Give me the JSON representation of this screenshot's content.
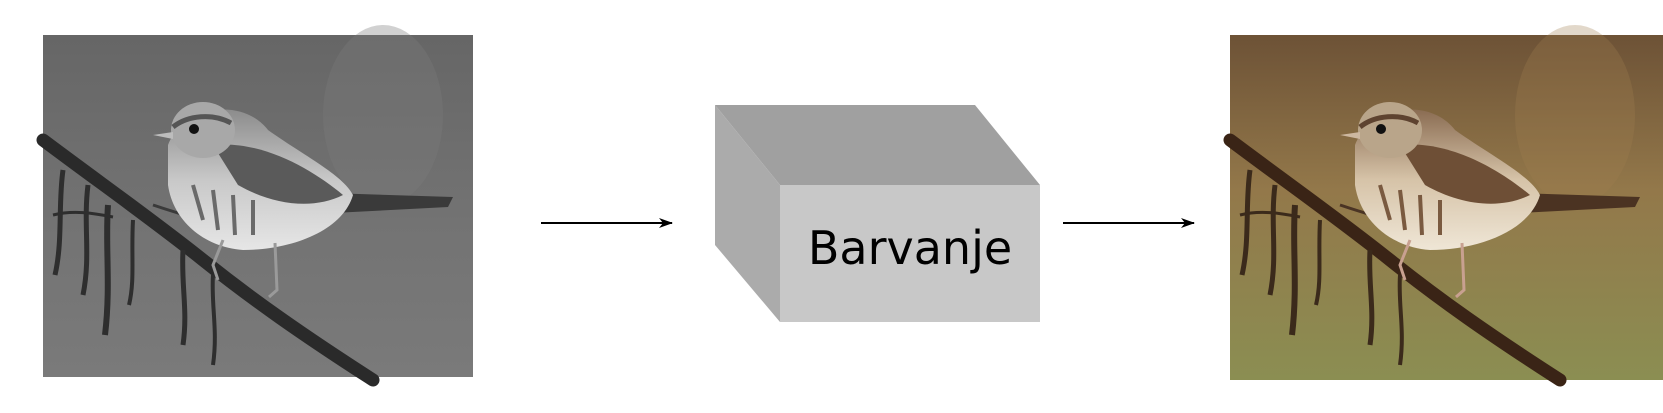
{
  "diagram": {
    "process_label": "Barvanje",
    "input_image": {
      "name": "grayscale-bird-photo",
      "style": "grayscale"
    },
    "output_image": {
      "name": "colorized-bird-photo",
      "style": "color"
    }
  },
  "colors": {
    "box_top": "#a0a0a0",
    "box_side": "#ababab",
    "box_front": "#c8c8c8",
    "box_stroke": "#9a9a9a",
    "arrow": "#000000",
    "gray_bg_top": "#6a6a6a",
    "gray_bg_bottom": "#767676",
    "color_bg_top": "#6f5638",
    "color_bg_bottom": "#8d8e53"
  }
}
